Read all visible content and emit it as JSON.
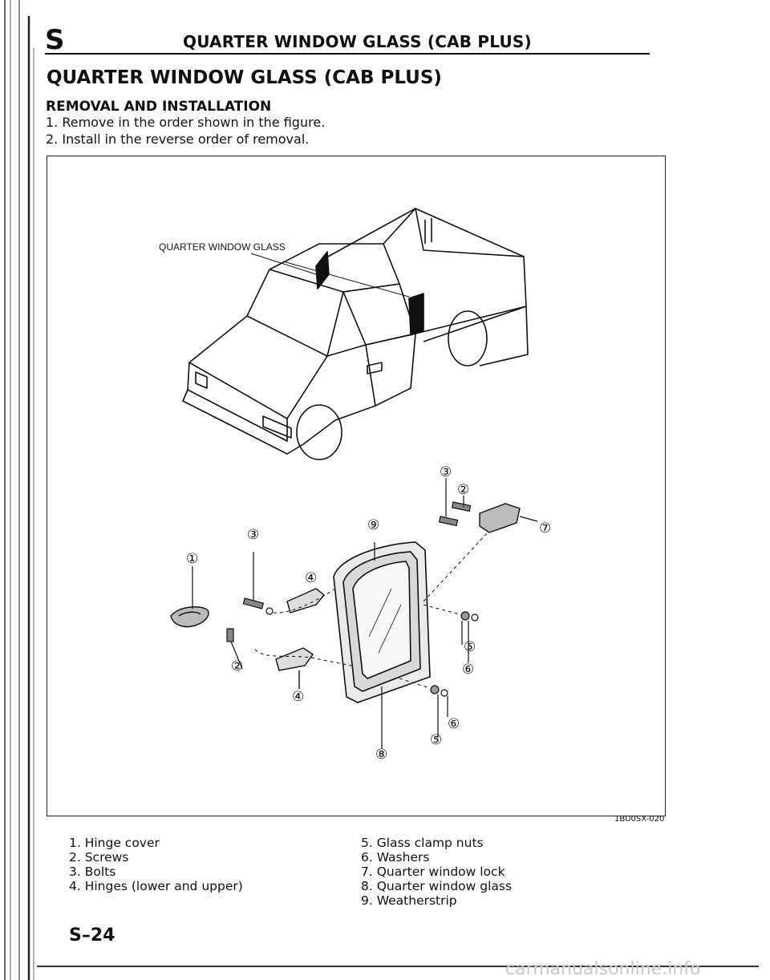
{
  "header": {
    "section_letter": "S",
    "title": "QUARTER WINDOW GLASS (CAB PLUS)"
  },
  "page_title": "QUARTER WINDOW GLASS (CAB PLUS)",
  "section": {
    "heading": "REMOVAL AND INSTALLATION",
    "steps": [
      "1. Remove in the order shown in the figure.",
      "2. Install in the reverse order of removal."
    ]
  },
  "figure": {
    "callout": "QUARTER WINDOW GLASS",
    "code": "1BU0SX-020",
    "part_numbers": [
      "①",
      "②",
      "③",
      "④",
      "⑤",
      "⑥",
      "⑦",
      "⑧",
      "⑨"
    ]
  },
  "legend": {
    "left": [
      "1. Hinge cover",
      "2. Screws",
      "3. Bolts",
      "4. Hinges (lower and upper)"
    ],
    "right": [
      "5. Glass clamp nuts",
      "6. Washers",
      "7. Quarter window lock",
      "8. Quarter window glass",
      "9. Weatherstrip"
    ]
  },
  "page_number": "S–24",
  "watermark": "carmanualsonline.info"
}
